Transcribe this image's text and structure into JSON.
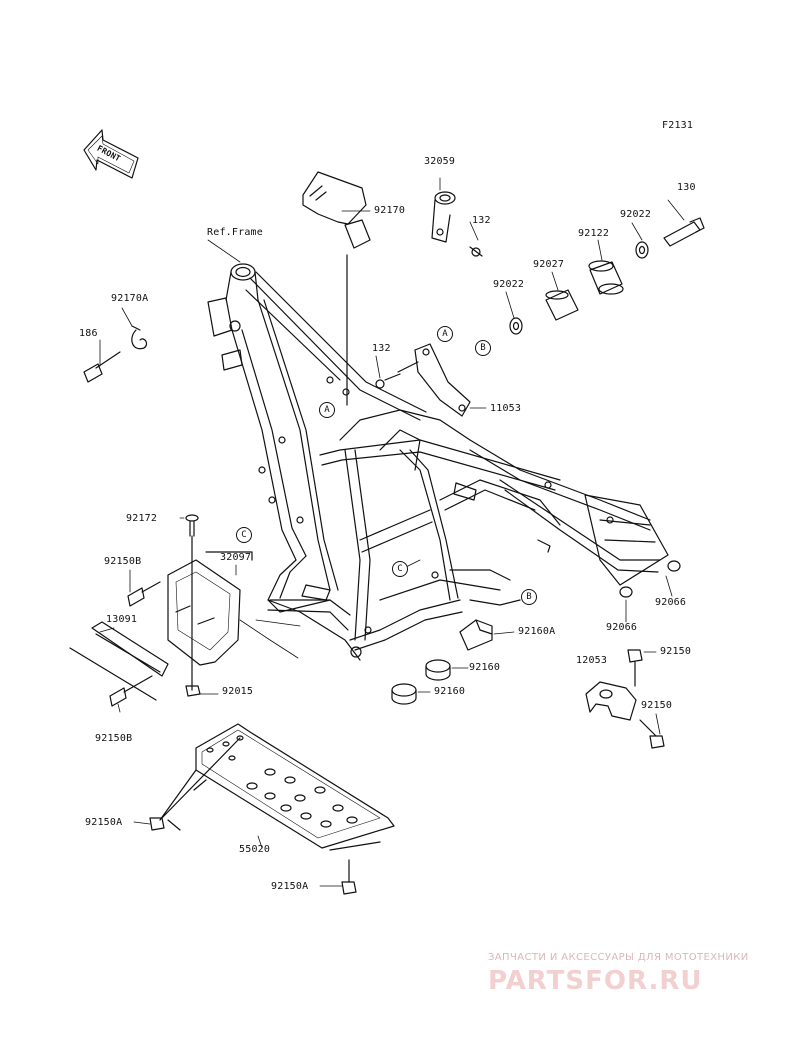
{
  "diagram_code": "F2131",
  "front_marker": "FRONT",
  "ref_frame": "Ref.Frame",
  "parts": {
    "p32059": "32059",
    "p92170": "92170",
    "p132_top": "132",
    "p130": "130",
    "p92022_right": "92022",
    "p92122": "92122",
    "p92027": "92027",
    "p92022_left": "92022",
    "p92170A": "92170A",
    "p186": "186",
    "p132_mid": "132",
    "p11053": "11053",
    "p92172": "92172",
    "p32097": "32097",
    "p92150B_top": "92150B",
    "p13091": "13091",
    "p92150B_bottom": "92150B",
    "p92015": "92015",
    "p92066_right": "92066",
    "p92066_left": "92066",
    "p92160A": "92160A",
    "p92160_a": "92160",
    "p92160_b": "92160",
    "p12053": "12053",
    "p92150_top": "92150",
    "p92150_bottom": "92150",
    "p92150A_left": "92150A",
    "p55020": "55020",
    "p92150A_bottom": "92150A"
  },
  "callouts": {
    "a1": "A",
    "a2": "A",
    "b1": "B",
    "b2": "B",
    "c1": "C",
    "c2": "C"
  },
  "watermark": {
    "tagline": "ЗАПЧАСТИ И АКСЕССУАРЫ ДЛЯ МОТОТЕХНИКИ",
    "logo": "PARTSFOR.RU"
  },
  "colors": {
    "line": "#111111",
    "watermark": "#f2d0d0"
  }
}
